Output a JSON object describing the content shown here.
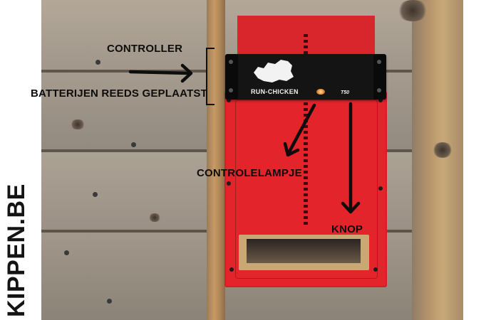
{
  "photo": {
    "description_free": true,
    "colors": {
      "wood": "#9f9486",
      "beam": "#c79a66",
      "door_red": "#e3242b",
      "controller": "#141414",
      "led": "#e08a2a"
    }
  },
  "device": {
    "brand": "RUN-CHICKEN",
    "model": "T50"
  },
  "annotations": {
    "controller": "CONTROLLER",
    "batteries": "BATTERIJEN REEDS GEPLAATST",
    "indicator": "CONTROLELAMPJE",
    "button": "KNOP"
  },
  "watermark": "KIPPEN.BE",
  "icons": {
    "controller_map": "slovenia-map-icon",
    "arrow": "arrow-icon"
  }
}
